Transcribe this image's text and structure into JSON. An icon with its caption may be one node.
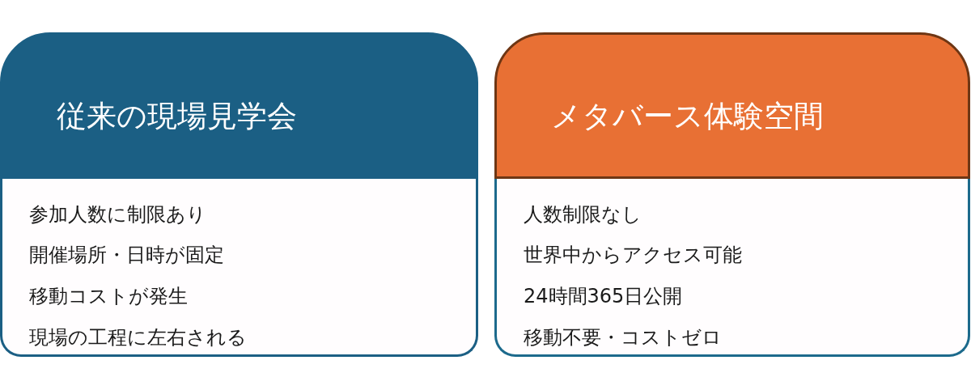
{
  "diagram": {
    "nodes": [
      {
        "text": [
          "従来の現場見学会",
          "参加人数に制限あり",
          "開催場所・日時が固定",
          "移動コストが発生",
          "現場の工程に左右される"
        ]
      },
      {
        "text": [
          "メタバース体験空間",
          "人数制限なし",
          "世界中からアクセス可能",
          "24時間365日公開",
          "移動不要・コストゼロ"
        ]
      }
    ],
    "edges": []
  }
}
